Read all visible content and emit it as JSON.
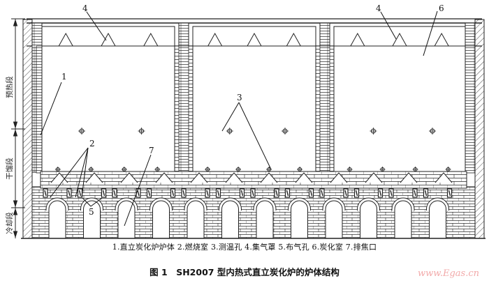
{
  "figure": {
    "caption": "图 1　SH2007 型内热式直立炭化炉的炉体结构",
    "legend": "1.直立炭化炉炉体 2.燃烧室 3.测温孔 4.集气罩 5.布气孔 6.炭化室 7.排焦口",
    "watermark": "www.Egas.cn",
    "dimension_labels": [
      "预热段",
      "干馏段",
      "冷却段"
    ],
    "callouts": [
      "1",
      "2",
      "3",
      "4",
      "4",
      "5",
      "6",
      "7"
    ],
    "legend_items": [
      {
        "num": "1",
        "label": "直立炭化炉炉体"
      },
      {
        "num": "2",
        "label": "燃烧室"
      },
      {
        "num": "3",
        "label": "测温孔"
      },
      {
        "num": "4",
        "label": "集气罩"
      },
      {
        "num": "5",
        "label": "布气孔"
      },
      {
        "num": "6",
        "label": "炭化室"
      },
      {
        "num": "7",
        "label": "排焦口"
      }
    ],
    "chambers": 3,
    "arches": 12,
    "line_color": "#1a1a1a"
  }
}
